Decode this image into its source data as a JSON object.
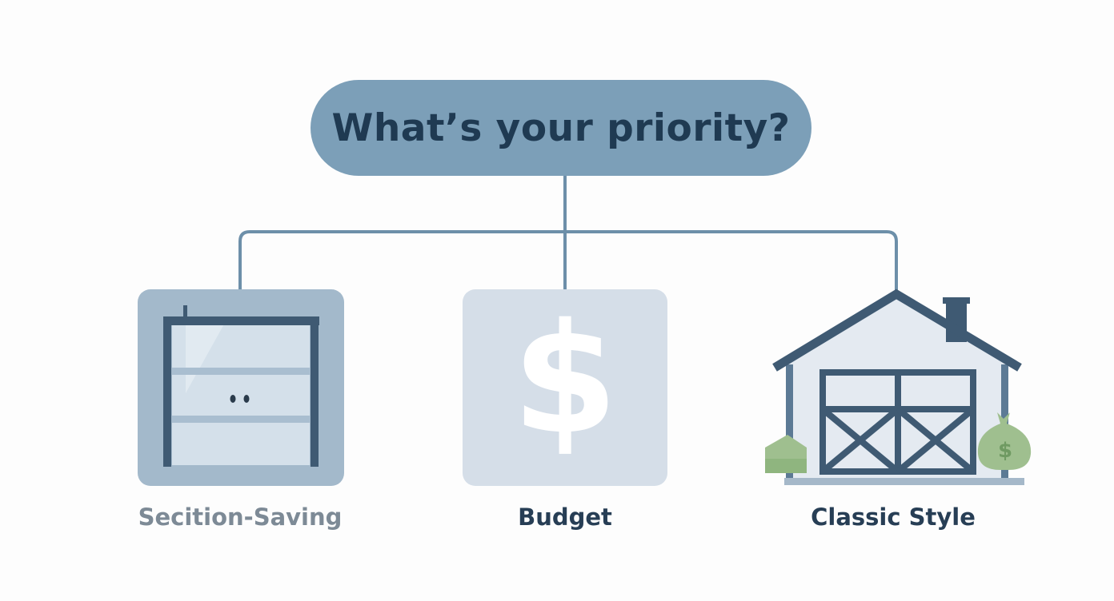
{
  "diagram": {
    "question": "What’s your priority?",
    "options": [
      {
        "label": "Secition-Saving",
        "icon": "garage-door-icon"
      },
      {
        "label": "Budget",
        "icon": "dollar-sign-icon"
      },
      {
        "label": "Classic Style",
        "icon": "house-garage-icon"
      }
    ],
    "glyphs": {
      "dollar": "$",
      "money_bag_dollar": "$"
    },
    "colors": {
      "pill": "#7c9fb8",
      "question_text": "#1f3a52",
      "connector": "#6d8fa9",
      "door_tile": "#a3b9cb",
      "budget_tile": "#d5dee8",
      "dark_frame": "#3f5a73",
      "label_muted": "#7d8a96",
      "label_dark": "#273e55",
      "accent_green": "#8fb57f"
    }
  }
}
